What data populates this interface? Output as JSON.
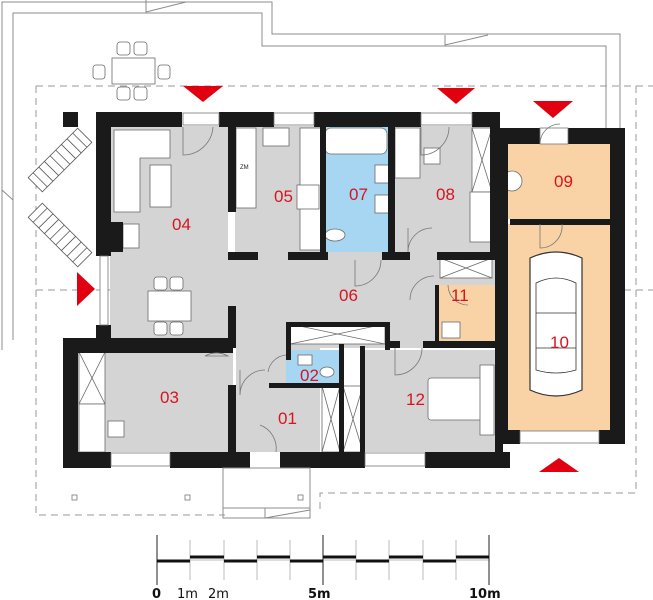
{
  "plan": {
    "colors": {
      "wall": "#1a1a1a",
      "floor_grey": "#d4d4d4",
      "floor_blue": "#a6d6f2",
      "floor_orange": "#f9d3a6",
      "label": "#d7141f",
      "arrow": "#e0000f",
      "outline": "#8c8c8c"
    },
    "rooms": [
      {
        "id": "01",
        "label": "01",
        "floor": "grey"
      },
      {
        "id": "02",
        "label": "02",
        "floor": "blue"
      },
      {
        "id": "03",
        "label": "03",
        "floor": "grey"
      },
      {
        "id": "04",
        "label": "04",
        "floor": "grey"
      },
      {
        "id": "05",
        "label": "05",
        "floor": "grey"
      },
      {
        "id": "06",
        "label": "06",
        "floor": "grey"
      },
      {
        "id": "07",
        "label": "07",
        "floor": "blue"
      },
      {
        "id": "08",
        "label": "08",
        "floor": "grey"
      },
      {
        "id": "09",
        "label": "09",
        "floor": "orange"
      },
      {
        "id": "10",
        "label": "10",
        "floor": "orange"
      },
      {
        "id": "11",
        "label": "11",
        "floor": "orange"
      },
      {
        "id": "12",
        "label": "12",
        "floor": "grey"
      }
    ],
    "appliance_label": "ZM",
    "entry_arrows": 5
  },
  "scale_bar": {
    "labels": [
      "0",
      "1m",
      "2m",
      "5m",
      "10m"
    ],
    "units_total_m": 10
  }
}
